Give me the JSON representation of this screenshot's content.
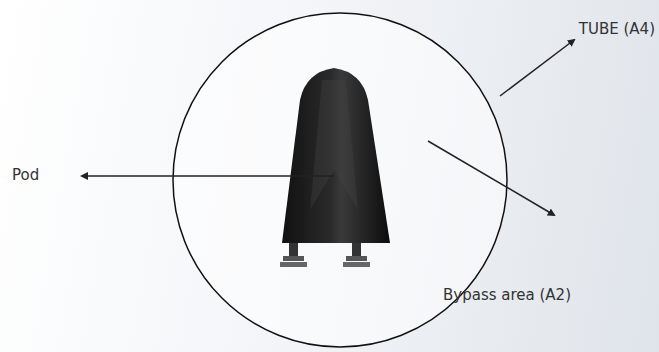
{
  "diagram": {
    "labels": [
      "TUBE (A4)",
      "Pod",
      "Bypass area (A2)"
    ]
  }
}
